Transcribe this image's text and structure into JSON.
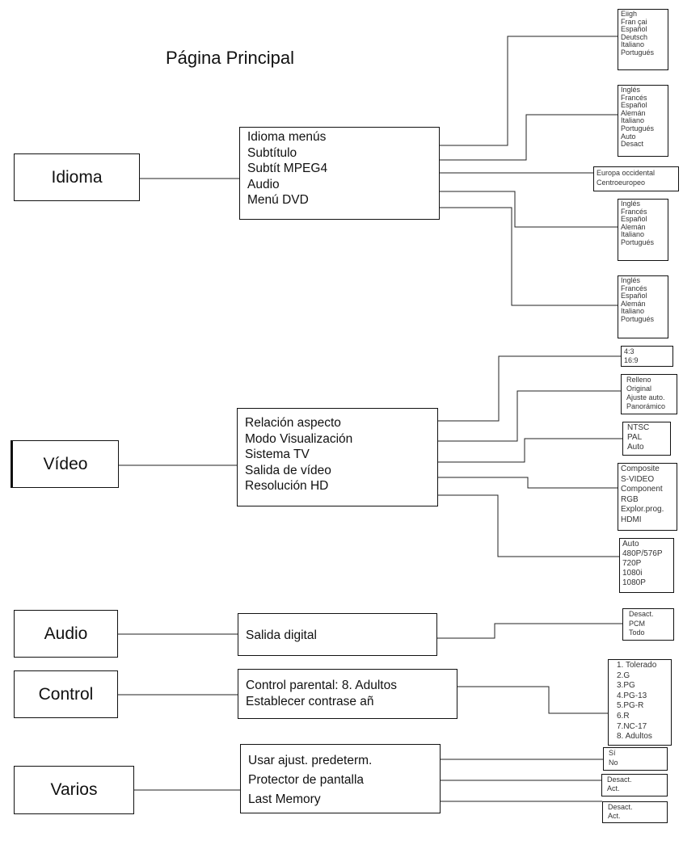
{
  "title": "Página Principal",
  "sections": [
    {
      "name": "Idioma",
      "items": [
        {
          "label": "Idioma menús",
          "options": [
            "Eiigh",
            "Fran çai",
            "Español",
            "Deutsch",
            "Italiano",
            "Portugués"
          ]
        },
        {
          "label": "Subtítulo",
          "options": [
            "Inglés",
            "Francés",
            "Español",
            "Alemán",
            "Italiano",
            "Portugués",
            "Auto",
            "Desact"
          ]
        },
        {
          "label": "Subtít MPEG4",
          "options": [
            "Europa occidental",
            "Centroeuropeo"
          ]
        },
        {
          "label": "Audio",
          "options": [
            "Inglés",
            "Francés",
            "Español",
            "Alemán",
            "Italiano",
            "Portugués"
          ]
        },
        {
          "label": "Menú DVD",
          "options": [
            "Inglés",
            "Francés",
            "Español",
            "Alemán",
            "Italiano",
            "Portugués"
          ]
        }
      ]
    },
    {
      "name": "Vídeo",
      "items": [
        {
          "label": "Relación  aspecto",
          "options": [
            "4:3",
            "16:9"
          ]
        },
        {
          "label": "Modo Visualización",
          "options": [
            "Relleno",
            "Original",
            "Ajuste auto.",
            "Panorámico"
          ]
        },
        {
          "label": "Sistema  TV",
          "options": [
            "NTSC",
            "PAL",
            "Auto"
          ]
        },
        {
          "label": "Salida de vídeo",
          "options": [
            "Composite",
            "S-VIDEO",
            "Component",
            "RGB",
            "Explor.prog.",
            "HDMI"
          ]
        },
        {
          "label": "Resolución HD",
          "options": [
            "Auto",
            "480P/576P",
            "720P",
            "1080i",
            "1080P"
          ]
        }
      ]
    },
    {
      "name": "Audio",
      "items": [
        {
          "label": "Salida digital",
          "options": [
            "Desact.",
            "PCM",
            "Todo"
          ]
        }
      ]
    },
    {
      "name": "Control",
      "items": [
        {
          "label": "Control  parental: 8. Adultos",
          "options": [
            "1. Tolerado",
            "2.G",
            "3.PG",
            "4.PG-13",
            "5.PG-R",
            "6.R",
            "7.NC-17",
            "8. Adultos"
          ]
        },
        {
          "label": "Establecer  contrase añ",
          "options": []
        }
      ]
    },
    {
      "name": "Varios",
      "items": [
        {
          "label": "Usar ajust.  predeterm.",
          "options": [
            "Sí",
            "No"
          ]
        },
        {
          "label": "Protector de pantalla",
          "options": [
            "Desact.",
            "Act."
          ]
        },
        {
          "label": "Last Memory",
          "options": [
            "Desact.",
            "Act."
          ]
        }
      ]
    }
  ]
}
